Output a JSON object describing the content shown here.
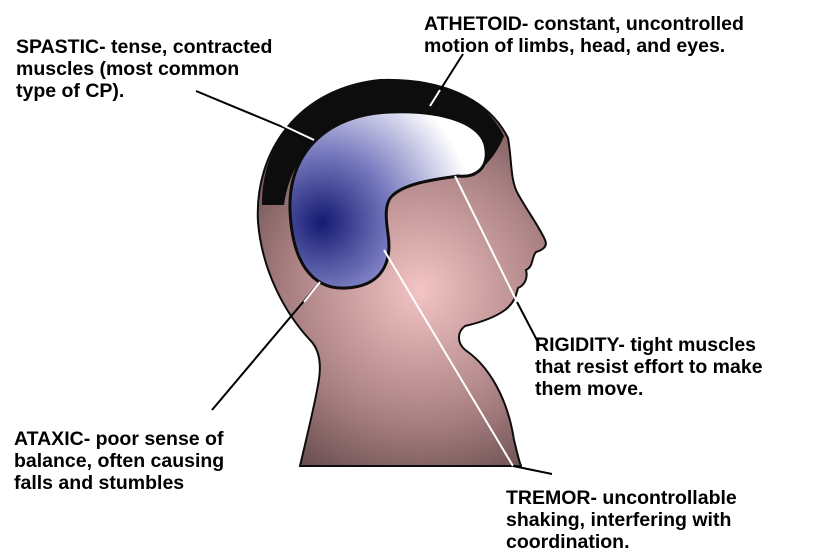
{
  "colors": {
    "outline": "#0d0d0d",
    "head_center": "#f3c4c4",
    "head_mid": "#a77e80",
    "head_edge": "#1f1414",
    "brain_center": "#151a72",
    "brain_mid": "#7a7cc0",
    "brain_light": "#ffffff",
    "leader_line_dark": "#000000",
    "leader_line_light": "#ffffff"
  },
  "labels": {
    "spastic": [
      "SPASTIC- tense, contracted",
      "muscles (most common",
      "type of CP)."
    ],
    "athetoid": [
      "ATHETOID- constant, uncontrolled",
      "motion of limbs, head, and eyes."
    ],
    "rigidity": [
      "RIGIDITY- tight muscles",
      "that resist effort to make",
      "them move."
    ],
    "ataxic": [
      "ATAXIC- poor sense of",
      "balance, often causing",
      "falls and stumbles"
    ],
    "tremor": [
      "TREMOR- uncontrollable",
      "shaking, interfering with",
      "coordination."
    ]
  }
}
